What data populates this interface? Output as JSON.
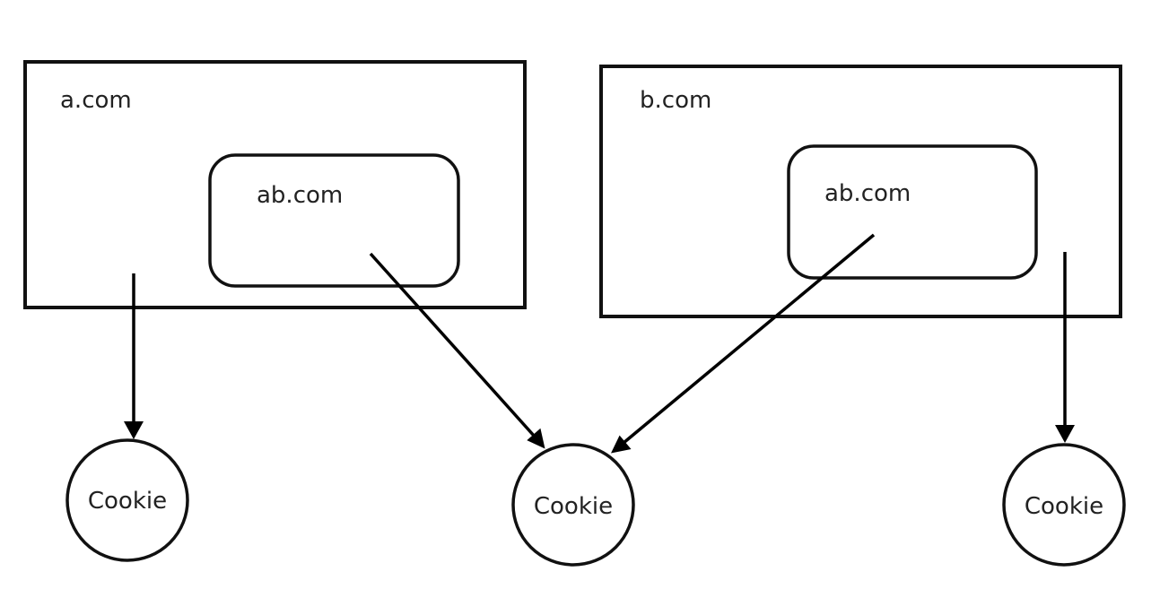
{
  "diagram": {
    "domain_a": {
      "label": "a.com"
    },
    "domain_b": {
      "label": "b.com"
    },
    "subdomain_a": {
      "label": "ab.com"
    },
    "subdomain_b": {
      "label": "ab.com"
    },
    "cookies": [
      {
        "label": "Cookie"
      },
      {
        "label": "Cookie"
      },
      {
        "label": "Cookie"
      }
    ],
    "colors": {
      "stroke": "#111111",
      "background": "#ffffff",
      "text": "#222222"
    }
  }
}
